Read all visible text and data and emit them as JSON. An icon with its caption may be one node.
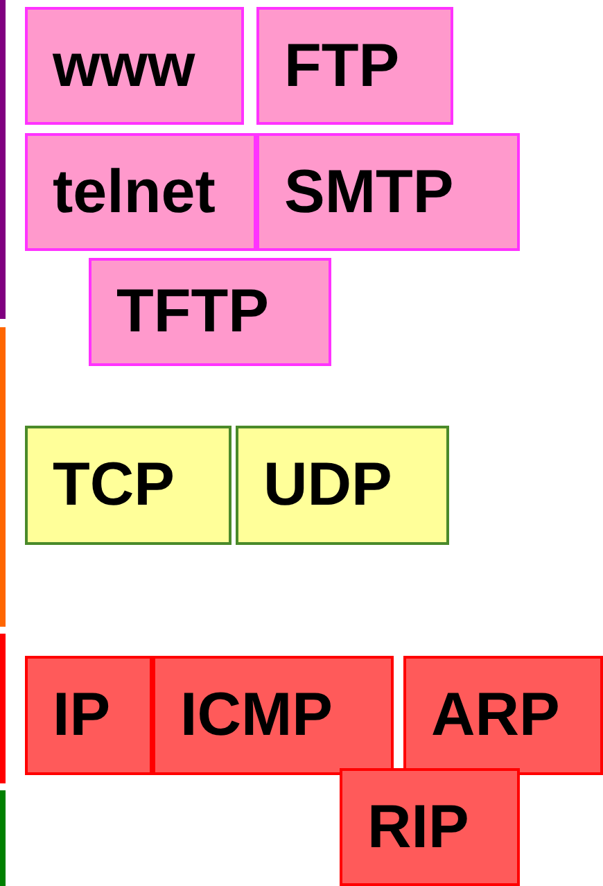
{
  "diagram": {
    "nodes": [
      {
        "text": [
          "www"
        ]
      },
      {
        "text": [
          "FTP"
        ]
      },
      {
        "text": [
          "telnet"
        ]
      },
      {
        "text": [
          "SMTP"
        ]
      },
      {
        "text": [
          "TFTP"
        ]
      },
      {
        "text": [
          "TCP"
        ]
      },
      {
        "text": [
          "UDP"
        ]
      },
      {
        "text": [
          "IP"
        ]
      },
      {
        "text": [
          "ICMP"
        ]
      },
      {
        "text": [
          "ARP"
        ]
      },
      {
        "text": [
          "RIP"
        ]
      }
    ]
  }
}
